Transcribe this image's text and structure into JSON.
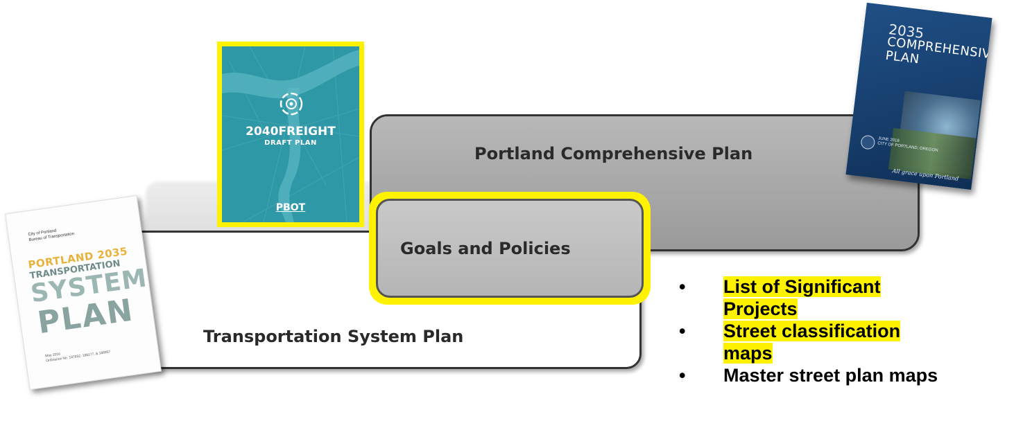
{
  "diagram": {
    "comprehensive_plan_label": "Portland Comprehensive Plan",
    "goals_label": "Goals and Policies",
    "tsp_label": "Transportation System Plan"
  },
  "freight_cover": {
    "title": "2040FREIGHT",
    "subtitle": "DRAFT PLAN",
    "logo": "PBOT"
  },
  "tsp_cover": {
    "org_line1": "City of Portland",
    "org_line2": "Bureau of Transportation",
    "title_line1": "PORTLAND 2035",
    "title_line2": "TRANSPORTATION",
    "title_line3": "SYSTEM",
    "title_line4": "PLAN",
    "date_line1": "May 2016",
    "date_line2": "Ordinance No. 187832, 188177, & 188957"
  },
  "comp_cover": {
    "year": "2035",
    "title_line1": "COMPREHENSIVE",
    "title_line2": "PLAN",
    "date_line1": "JUNE 2018",
    "date_line2": "CITY OF PORTLAND, OREGON",
    "motto": "All grace upon Portland"
  },
  "bullets": [
    {
      "line1": "List of Significant",
      "line2": "Projects",
      "highlighted": true
    },
    {
      "line1": "Street classification",
      "line2": "maps",
      "highlighted": true
    },
    {
      "line1": "Master street plan maps",
      "line2": "",
      "highlighted": false
    }
  ],
  "colors": {
    "highlight": "#fff200",
    "freight_teal": "#2f98a6",
    "comp_blue": "#1f4f86",
    "box_gray": "#a9a9a9"
  }
}
